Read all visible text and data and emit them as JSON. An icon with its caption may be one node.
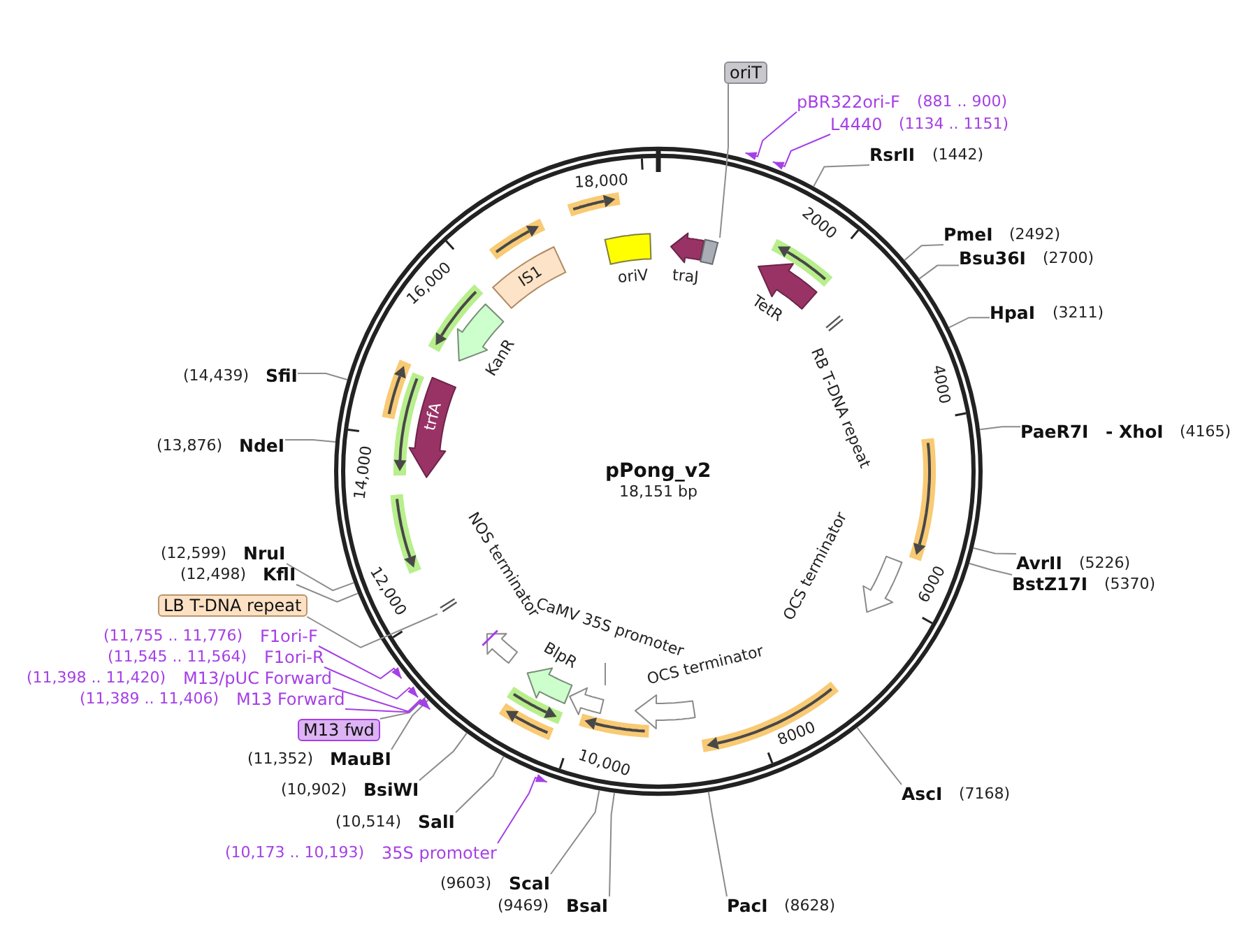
{
  "diagram": {
    "title": "pPong_v2",
    "nodes": [
      {
        "text": [
          "oriT"
        ]
      },
      {
        "text": [
          "pBR322ori-F",
          "(881 .. 900)"
        ]
      },
      {
        "text": [
          "L4440",
          "(1134 .. 1151)"
        ]
      },
      {
        "text": [
          "RsrII",
          "(1442)"
        ]
      },
      {
        "text": [
          "PmeI",
          "(2492)"
        ]
      },
      {
        "text": [
          "Bsu36I",
          "(2700)"
        ]
      },
      {
        "text": [
          "HpaI",
          "(3211)"
        ]
      },
      {
        "text": [
          "PaeR7I",
          "- XhoI",
          "(4165)"
        ]
      },
      {
        "text": [
          "AvrII",
          "(5226)"
        ]
      },
      {
        "text": [
          "BstZ17I",
          "(5370)"
        ]
      },
      {
        "text": [
          "AscI",
          "(7168)"
        ]
      },
      {
        "text": [
          "PacI",
          "(8628)"
        ]
      },
      {
        "text": [
          "(9469)",
          "BsaI"
        ]
      },
      {
        "text": [
          "(9603)",
          "ScaI"
        ]
      },
      {
        "text": [
          "(10,173 .. 10,193)",
          "35S promoter"
        ]
      },
      {
        "text": [
          "(10,514)",
          "SalI"
        ]
      },
      {
        "text": [
          "(10,902)",
          "BsiWI"
        ]
      },
      {
        "text": [
          "(11,352)",
          "MauBI"
        ]
      },
      {
        "text": [
          "M13 fwd"
        ]
      },
      {
        "text": [
          "(11,389 .. 11,406)",
          "M13 Forward"
        ]
      },
      {
        "text": [
          "(11,398 .. 11,420)",
          "M13/pUC Forward"
        ]
      },
      {
        "text": [
          "(11,545 .. 11,564)",
          "F1ori-R"
        ]
      },
      {
        "text": [
          "(11,755 .. 11,776)",
          "F1ori-F"
        ]
      },
      {
        "text": [
          "LB T-DNA repeat"
        ]
      },
      {
        "text": [
          "(12,498)",
          "KflI"
        ]
      },
      {
        "text": [
          "(12,599)",
          "NruI"
        ]
      },
      {
        "text": [
          "(13,876)",
          "NdeI"
        ]
      },
      {
        "text": [
          "(14,439)",
          "SfiI"
        ]
      },
      {
        "text": [
          "traJ"
        ]
      },
      {
        "text": [],
        "shape": "box"
      },
      {
        "text": [
          "TetR"
        ]
      },
      {
        "text": [],
        "shape": "arrow"
      },
      {
        "text": [
          "RB T-DNA repeat"
        ]
      },
      {
        "text": [],
        "shape": "arrow"
      },
      {
        "text": [
          "OCS terminator"
        ]
      },
      {
        "text": [],
        "shape": "arrow"
      },
      {
        "text": [
          "OCS terminator"
        ]
      },
      {
        "text": [],
        "shape": "arrow"
      },
      {
        "text": [],
        "shape": "arrow"
      },
      {
        "text": [
          "CaMV 35S promoter"
        ]
      },
      {
        "text": [
          "BlpR"
        ]
      },
      {
        "text": [],
        "shape": "arrow"
      },
      {
        "text": [],
        "shape": "arrow"
      },
      {
        "text": [
          "NOS terminator"
        ]
      },
      {
        "text": [],
        "shape": "bar"
      },
      {
        "text": [],
        "shape": "bar"
      },
      {
        "text": [],
        "shape": "arrow"
      },
      {
        "text": [],
        "shape": "arrow"
      },
      {
        "text": [
          "trfA"
        ]
      },
      {
        "text": [],
        "shape": "arrow"
      },
      {
        "text": [
          "KanR"
        ]
      },
      {
        "text": [],
        "shape": "arrow"
      },
      {
        "text": [
          "IS1"
        ]
      },
      {
        "text": [],
        "shape": "arrow"
      },
      {
        "text": [],
        "shape": "arrow"
      },
      {
        "text": [
          "oriV"
        ]
      }
    ],
    "edges": [
      {
        "from": 0,
        "to": 29,
        "arrow": "none"
      },
      {
        "from": 1,
        "to": null,
        "arrow": "to",
        "color": "#a53fe6"
      },
      {
        "from": 2,
        "to": null,
        "arrow": "to",
        "color": "#a53fe6"
      },
      {
        "from": 3,
        "to": null,
        "arrow": "none"
      },
      {
        "from": 4,
        "to": null,
        "arrow": "none"
      },
      {
        "from": 5,
        "to": null,
        "arrow": "none"
      },
      {
        "from": 6,
        "to": null,
        "arrow": "none"
      },
      {
        "from": 7,
        "to": null,
        "arrow": "none"
      },
      {
        "from": 8,
        "to": null,
        "arrow": "none"
      },
      {
        "from": 9,
        "to": null,
        "arrow": "none"
      },
      {
        "from": 10,
        "to": null,
        "arrow": "none"
      },
      {
        "from": 11,
        "to": null,
        "arrow": "none"
      },
      {
        "from": 12,
        "to": null,
        "arrow": "none"
      },
      {
        "from": 13,
        "to": null,
        "arrow": "none"
      },
      {
        "from": 14,
        "to": null,
        "arrow": "to",
        "color": "#a53fe6"
      },
      {
        "from": 15,
        "to": null,
        "arrow": "none"
      },
      {
        "from": 16,
        "to": null,
        "arrow": "none"
      },
      {
        "from": 17,
        "to": null,
        "arrow": "none"
      },
      {
        "from": 18,
        "to": null,
        "arrow": "none"
      },
      {
        "from": 19,
        "to": null,
        "arrow": "to",
        "color": "#a53fe6"
      },
      {
        "from": 20,
        "to": null,
        "arrow": "to",
        "color": "#a53fe6"
      },
      {
        "from": 21,
        "to": null,
        "arrow": "to",
        "color": "#a53fe6"
      },
      {
        "from": 22,
        "to": null,
        "arrow": "to",
        "color": "#a53fe6"
      },
      {
        "from": 23,
        "to": 45,
        "arrow": "none"
      },
      {
        "from": 24,
        "to": null,
        "arrow": "none"
      },
      {
        "from": 25,
        "to": null,
        "arrow": "none"
      },
      {
        "from": 26,
        "to": null,
        "arrow": "none"
      },
      {
        "from": 27,
        "to": null,
        "arrow": "none"
      },
      {
        "from": 39,
        "to": 38,
        "arrow": "none"
      }
    ],
    "labels": [
      "18,000",
      "2000",
      "16,000",
      "4000",
      "14,000",
      "18,151 bp",
      "6000",
      "12,000",
      "8000",
      "10,000"
    ]
  }
}
